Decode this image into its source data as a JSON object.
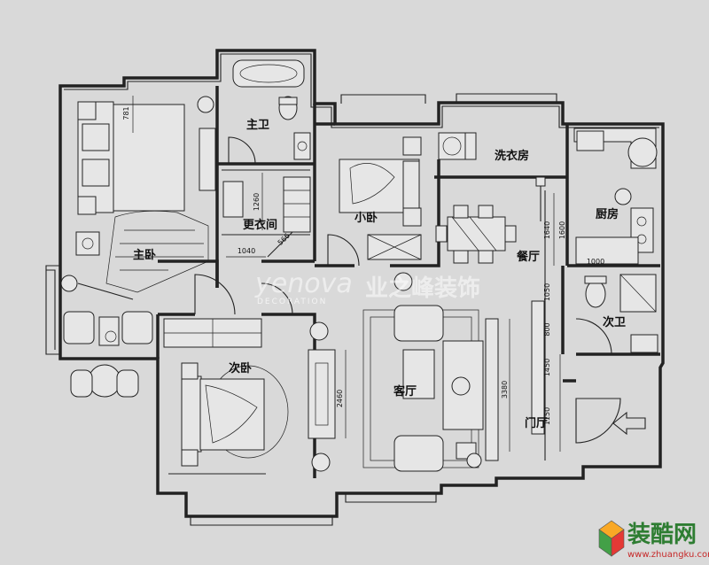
{
  "rooms": {
    "master_bedroom": "主卧",
    "master_bath": "主卫",
    "walk_in_closet": "更衣间",
    "small_bedroom": "小卧",
    "laundry": "洗衣房",
    "kitchen": "厨房",
    "dining": "餐厅",
    "second_bath": "次卫",
    "second_bedroom": "次卧",
    "living_room": "客厅",
    "foyer": "门厅"
  },
  "dimensions": {
    "d781": "781",
    "d1260": "1260",
    "d1040": "1040",
    "d566": "566",
    "d1640": "1640",
    "d1600": "1600",
    "d1000": "1000",
    "d1050": "1050",
    "d800": "800",
    "d1450": "1450",
    "d2460": "2460",
    "d3380": "3380",
    "d1150": "1150"
  },
  "watermark": {
    "brand": "yenova",
    "brand_cn": "业之峰装饰",
    "sub": "DECORATION"
  },
  "logo": {
    "name": "装酷网",
    "url": "www.zhuangku.com"
  },
  "colors": {
    "background": "#d9d9d9",
    "lines": "#222222",
    "logo_green": "#2e7d32",
    "logo_red": "#c62828"
  }
}
